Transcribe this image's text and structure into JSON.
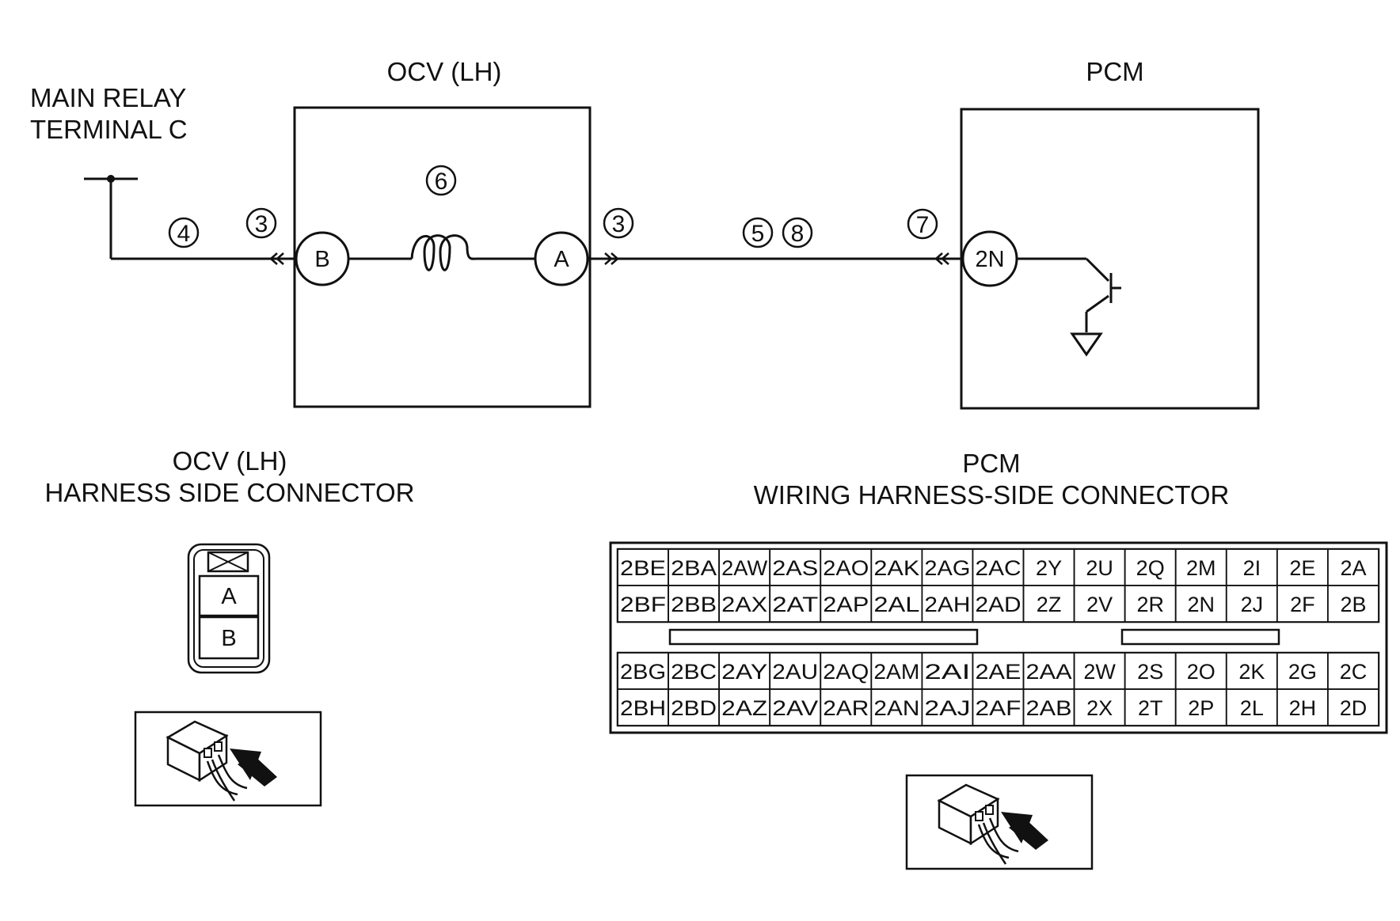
{
  "labels": {
    "main_relay_line1": "MAIN RELAY",
    "main_relay_line2": "TERMINAL C",
    "ocv_title": "OCV (LH)",
    "pcm_title": "PCM",
    "ocv_conn_line1": "OCV (LH)",
    "ocv_conn_line2": "HARNESS SIDE CONNECTOR",
    "pcm_conn_line1": "PCM",
    "pcm_conn_line2": "WIRING HARNESS-SIDE CONNECTOR"
  },
  "terminals": {
    "ocv_b": "B",
    "ocv_a": "A",
    "pcm_2n": "2N"
  },
  "step_numbers": {
    "wire_relay": "4",
    "ocv_b_side": "3",
    "coil": "6",
    "ocv_a_side": "3",
    "wire_mid_1": "5",
    "wire_mid_2": "8",
    "pcm_side": "7"
  },
  "ocv_connector_pins": [
    "A",
    "B"
  ],
  "pcm_connector": {
    "top_rows": [
      [
        "2BE",
        "2BA",
        "2AW",
        "2AS",
        "2AO",
        "2AK",
        "2AG",
        "2AC",
        "2Y",
        "2U",
        "2Q",
        "2M",
        "2I",
        "2E",
        "2A"
      ],
      [
        "2BF",
        "2BB",
        "2AX",
        "2AT",
        "2AP",
        "2AL",
        "2AH",
        "2AD",
        "2Z",
        "2V",
        "2R",
        "2N",
        "2J",
        "2F",
        "2B"
      ]
    ],
    "bottom_rows": [
      [
        "2BG",
        "2BC",
        "2AY",
        "2AU",
        "2AQ",
        "2AM",
        "2AI",
        "2AE",
        "2AA",
        "2W",
        "2S",
        "2O",
        "2K",
        "2G",
        "2C"
      ],
      [
        "2BH",
        "2BD",
        "2AZ",
        "2AV",
        "2AR",
        "2AN",
        "2AJ",
        "2AF",
        "2AB",
        "2X",
        "2T",
        "2P",
        "2L",
        "2H",
        "2D"
      ]
    ]
  }
}
